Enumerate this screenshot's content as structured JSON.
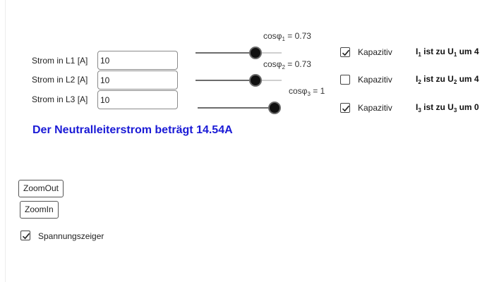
{
  "inputs": [
    {
      "label": "Strom in L1 [A]",
      "value": "10"
    },
    {
      "label": "Strom in L2 [A]",
      "value": "10"
    },
    {
      "label": "Strom in L3 [A]",
      "value": "10"
    }
  ],
  "sliders": [
    {
      "prefix": "cosφ",
      "sub": "1",
      "value_text": " = 0.73",
      "value": 0.73
    },
    {
      "prefix": "cosφ",
      "sub": "2",
      "value_text": " = 0.73",
      "value": 0.73
    },
    {
      "prefix": "cosφ",
      "sub": "3",
      "value_text": " = 1",
      "value": 1
    }
  ],
  "kapazitiv": [
    {
      "label": "Kapazitiv",
      "checked": true
    },
    {
      "label": "Kapazitiv",
      "checked": false
    },
    {
      "label": "Kapazitiv",
      "checked": true
    }
  ],
  "phase_text": [
    {
      "i": "I",
      "i_sub": "1",
      "mid": " ist zu U",
      "u_sub": "1",
      "tail": " um 4"
    },
    {
      "i": "I",
      "i_sub": "2",
      "mid": " ist zu U",
      "u_sub": "2",
      "tail": " um 4"
    },
    {
      "i": "I",
      "i_sub": "3",
      "mid": " ist zu U",
      "u_sub": "3",
      "tail": " um 0"
    }
  ],
  "result": "Der Neutralleiterstrom beträgt 14.54A",
  "buttons": {
    "zoom_out": "ZoomOut",
    "zoom_in": "ZoomIn"
  },
  "voltage_checkbox": {
    "label": "Spannungszeiger",
    "checked": true
  },
  "colors": {
    "result_text": "#1a1ad6",
    "slider_knob": "#111111"
  }
}
